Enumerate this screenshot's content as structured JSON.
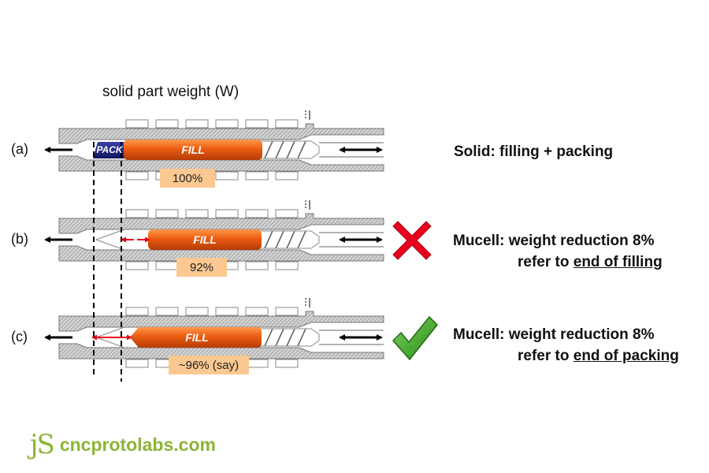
{
  "title": "solid part weight (W)",
  "rows": [
    {
      "label": "(a)",
      "pack_label": "PACK",
      "fill_label": "FILL",
      "percent": "100%",
      "description": [
        "Solid: filling + packing"
      ]
    },
    {
      "label": "(b)",
      "fill_label": "FILL",
      "percent": "92%",
      "mark": "cross",
      "description": [
        "Mucell: weight reduction 8%",
        "refer to ",
        "end of filling"
      ]
    },
    {
      "label": "(c)",
      "fill_label": "FILL",
      "percent": "~96% (say)",
      "mark": "check",
      "description": [
        "Mucell: weight reduction 8%",
        "refer to ",
        "end of packing"
      ]
    }
  ],
  "logo": {
    "mark": "jS",
    "text": "cncprotolabs.com"
  },
  "colors": {
    "fill": "#e45a12",
    "pack": "#1b1f7d",
    "percent_box": "#fbc891",
    "barrel": "#c8c8c8",
    "cross": "#e8001c",
    "check": "#3fa82a",
    "logo": "#8ab536"
  }
}
